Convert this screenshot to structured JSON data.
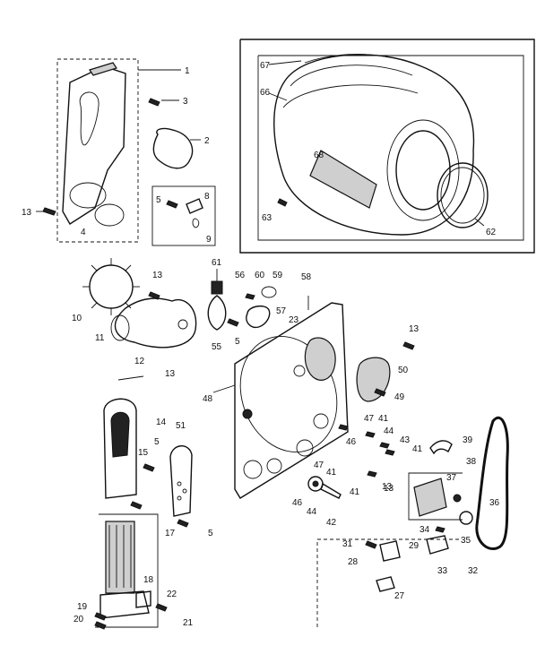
{
  "diagram": {
    "callouts": [
      {
        "id": "c1",
        "text": "1"
      },
      {
        "id": "c2",
        "text": "2"
      },
      {
        "id": "c3",
        "text": "3"
      },
      {
        "id": "c4",
        "text": "4"
      },
      {
        "id": "c5a",
        "text": "5"
      },
      {
        "id": "c8",
        "text": "8"
      },
      {
        "id": "c9",
        "text": "9"
      },
      {
        "id": "c13a",
        "text": "13"
      },
      {
        "id": "c67",
        "text": "67"
      },
      {
        "id": "c66",
        "text": "66"
      },
      {
        "id": "c68",
        "text": "68"
      },
      {
        "id": "c63",
        "text": "63"
      },
      {
        "id": "c62",
        "text": "62"
      },
      {
        "id": "c61",
        "text": "61"
      },
      {
        "id": "c13b",
        "text": "13"
      },
      {
        "id": "c56",
        "text": "56"
      },
      {
        "id": "c60",
        "text": "60"
      },
      {
        "id": "c59",
        "text": "59"
      },
      {
        "id": "c58",
        "text": "58"
      },
      {
        "id": "c57",
        "text": "57"
      },
      {
        "id": "c10",
        "text": "10"
      },
      {
        "id": "c11",
        "text": "11"
      },
      {
        "id": "c55",
        "text": "55"
      },
      {
        "id": "c5b",
        "text": "5"
      },
      {
        "id": "c23",
        "text": "23"
      },
      {
        "id": "c13c",
        "text": "13"
      },
      {
        "id": "c12",
        "text": "12"
      },
      {
        "id": "c13d",
        "text": "13"
      },
      {
        "id": "c48",
        "text": "48"
      },
      {
        "id": "c50",
        "text": "50"
      },
      {
        "id": "c49",
        "text": "49"
      },
      {
        "id": "c14",
        "text": "14"
      },
      {
        "id": "c51",
        "text": "51"
      },
      {
        "id": "c15",
        "text": "15"
      },
      {
        "id": "c5c",
        "text": "5"
      },
      {
        "id": "c47a",
        "text": "47"
      },
      {
        "id": "c41a",
        "text": "41"
      },
      {
        "id": "c46a",
        "text": "46"
      },
      {
        "id": "c44a",
        "text": "44"
      },
      {
        "id": "c43",
        "text": "43"
      },
      {
        "id": "c41b",
        "text": "41"
      },
      {
        "id": "c39",
        "text": "39"
      },
      {
        "id": "c13e",
        "text": "13"
      },
      {
        "id": "c38",
        "text": "38"
      },
      {
        "id": "c37",
        "text": "37"
      },
      {
        "id": "c47b",
        "text": "47"
      },
      {
        "id": "c41c",
        "text": "41"
      },
      {
        "id": "c13f",
        "text": "13"
      },
      {
        "id": "c36",
        "text": "36"
      },
      {
        "id": "c46b",
        "text": "46"
      },
      {
        "id": "c44b",
        "text": "44"
      },
      {
        "id": "c41d",
        "text": "41"
      },
      {
        "id": "c42",
        "text": "42"
      },
      {
        "id": "c34",
        "text": "34"
      },
      {
        "id": "c35",
        "text": "35"
      },
      {
        "id": "c5d",
        "text": "5"
      },
      {
        "id": "c17",
        "text": "17"
      },
      {
        "id": "c31",
        "text": "31"
      },
      {
        "id": "c29",
        "text": "29"
      },
      {
        "id": "c28",
        "text": "28"
      },
      {
        "id": "c33",
        "text": "33"
      },
      {
        "id": "c32",
        "text": "32"
      },
      {
        "id": "c18",
        "text": "18"
      },
      {
        "id": "c27",
        "text": "27"
      },
      {
        "id": "c22",
        "text": "22"
      },
      {
        "id": "c19",
        "text": "19"
      },
      {
        "id": "c20",
        "text": "20"
      },
      {
        "id": "c21",
        "text": "21"
      }
    ]
  }
}
